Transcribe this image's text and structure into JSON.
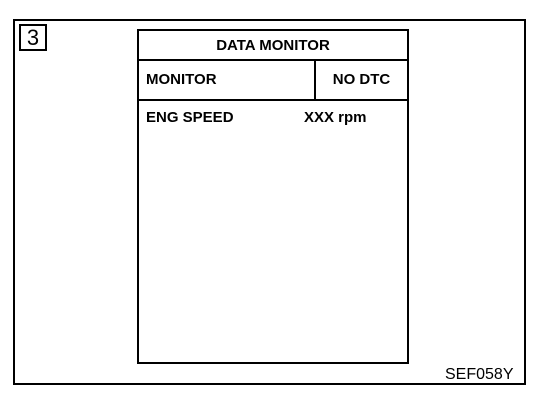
{
  "figure": {
    "step_number": "3",
    "code": "SEF058Y"
  },
  "screen": {
    "title": "DATA MONITOR",
    "header": {
      "left": "MONITOR",
      "right": "NO DTC"
    },
    "items": [
      {
        "label": "ENG SPEED",
        "value": "XXX rpm"
      }
    ]
  }
}
